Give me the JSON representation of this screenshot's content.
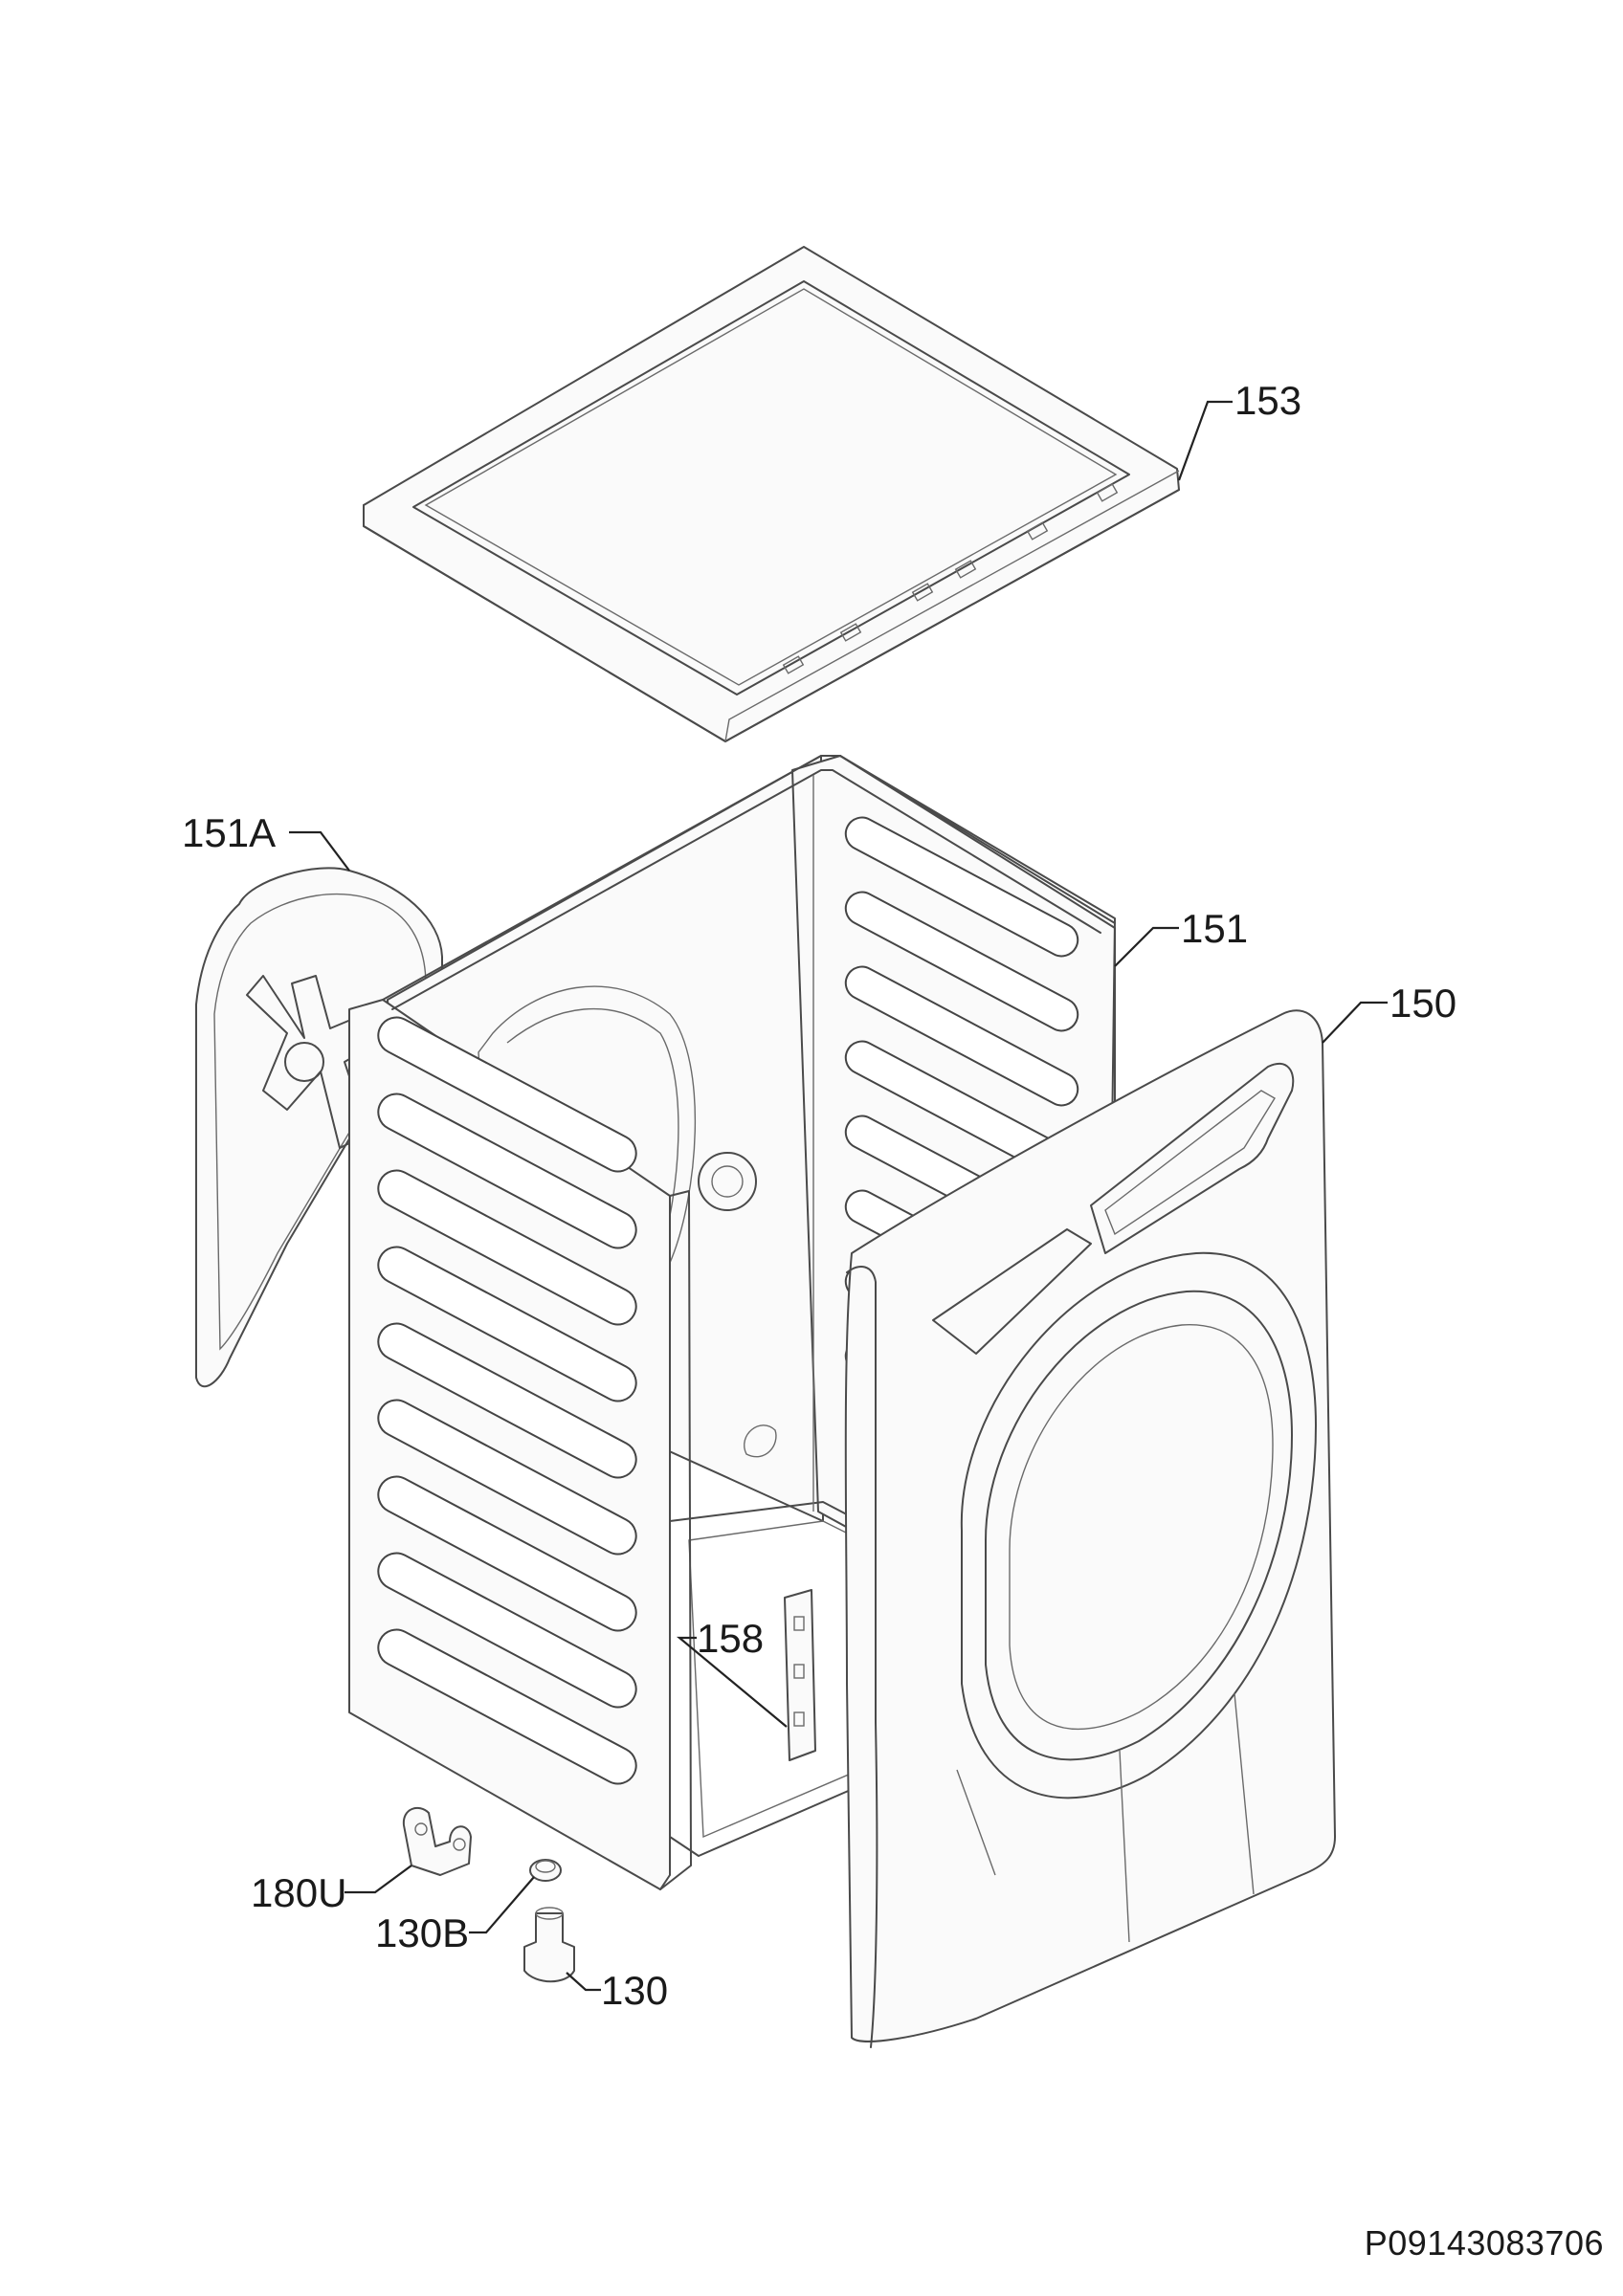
{
  "callouts": {
    "top_cover": "153",
    "rear_panel": "151A",
    "cabinet": "151",
    "front_panel": "150",
    "bracket": "158",
    "foot_clamp": "180U",
    "foot_nut": "130B",
    "foot": "130"
  },
  "reference_code": "P09143083706",
  "colors": {
    "line": "#4a4a4a",
    "leader": "#222222",
    "background": "#ffffff"
  }
}
